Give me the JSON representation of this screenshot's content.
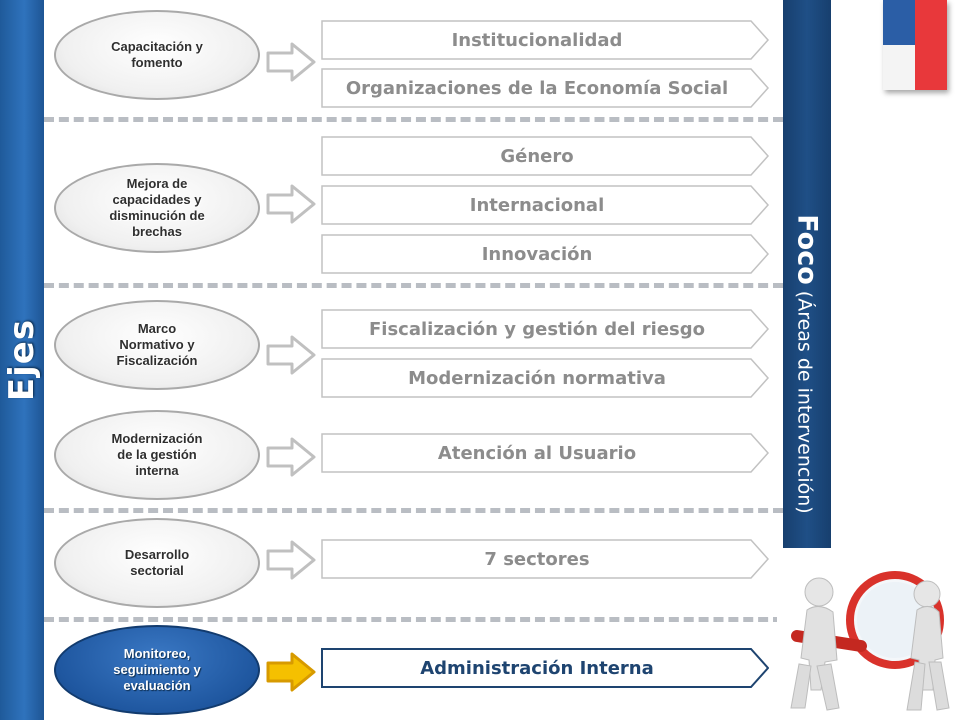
{
  "left_label": "Ejes",
  "right_label": {
    "bold": "Foco",
    "rest": " (Áreas de intervención)"
  },
  "flag": {
    "name": "chile-flag",
    "colors": {
      "white": "#f4f4f4",
      "blue": "#2b5ea6",
      "red": "#e8383b"
    }
  },
  "colors": {
    "left_bar": "#2f73bd",
    "right_bar": "#1f4f86",
    "active": "#1f57a0",
    "active_arrow": "#f5c000",
    "inactive_arrow": "#c0c0c0"
  },
  "axes": [
    {
      "label_lines": [
        "Capacitación y",
        "fomento"
      ],
      "active": false,
      "focus": [
        "Institucionalidad",
        "Organizaciones de la Economía Social"
      ]
    },
    {
      "label_lines": [
        "Mejora de",
        "capacidades y",
        "disminución de",
        "brechas"
      ],
      "active": false,
      "focus": [
        "Género",
        "Internacional",
        "Innovación"
      ]
    },
    {
      "label_lines": [
        "Marco",
        "Normativo y",
        "Fiscalización"
      ],
      "active": false,
      "focus": [
        "Fiscalización y gestión del riesgo",
        "Modernización normativa"
      ]
    },
    {
      "label_lines": [
        "Modernización",
        "de la gestión",
        "interna"
      ],
      "active": false,
      "focus": [
        "Atención al Usuario"
      ]
    },
    {
      "label_lines": [
        "Desarrollo",
        "sectorial"
      ],
      "active": false,
      "focus": [
        "7 sectores"
      ]
    },
    {
      "label_lines": [
        "Monitoreo,",
        "seguimiento y",
        "evaluación"
      ],
      "active": true,
      "focus": [
        "Administración Interna"
      ]
    }
  ],
  "illustration": {
    "name": "people-with-magnifying-glass-icon"
  }
}
